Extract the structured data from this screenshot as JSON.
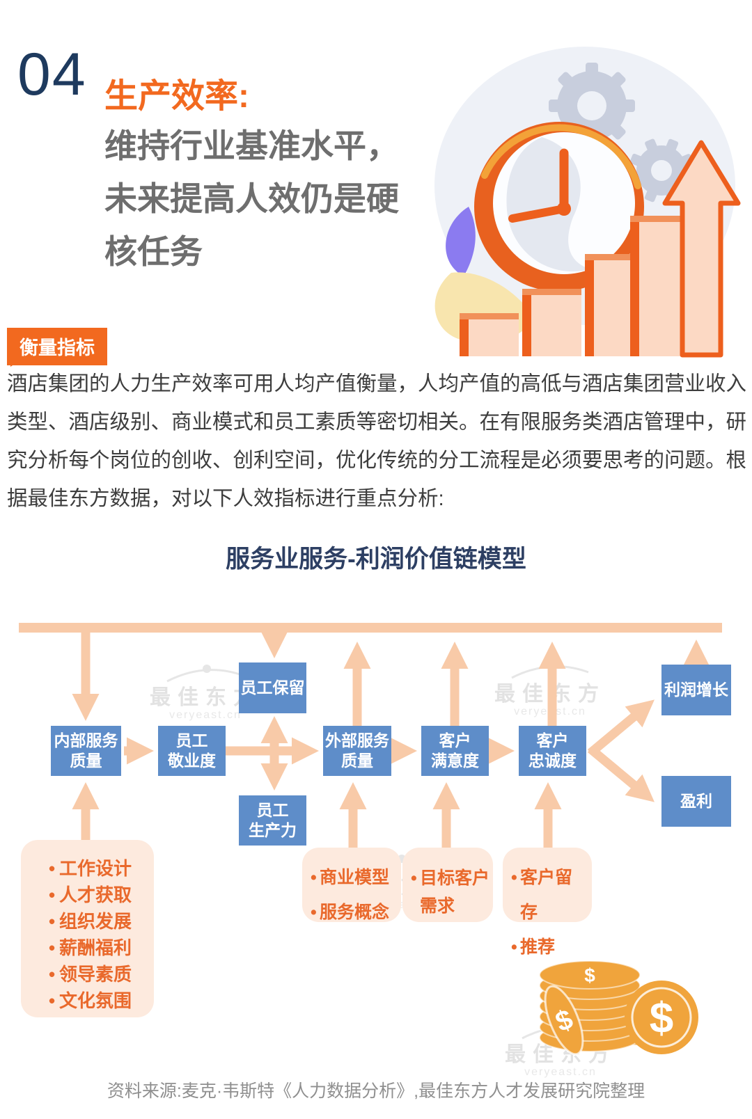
{
  "header": {
    "number": "04",
    "title": "生产效率:",
    "subtitle_lines": [
      "维持行业基准水平，",
      "未来提高人效仍是硬",
      "核任务"
    ]
  },
  "badge": {
    "label": "衡量指标"
  },
  "intro": {
    "text": "酒店集团的人力生产效率可用人均产值衡量，人均产值的高低与酒店集团营业收入类型、酒店级别、商业模式和员工素质等密切相关。在有限服务类酒店管理中，研究分析每个岗位的创收、创利空间，优化传统的分工流程是必须要思考的问题。根据最佳东方数据，对以下人效指标进行重点分析:"
  },
  "diagram": {
    "title": "服务业服务-利润价值链模型",
    "nodes": {
      "employee_retention": [
        "员工保留"
      ],
      "internal_service_quality": [
        "内部服务",
        "质量"
      ],
      "employee_engagement": [
        "员工",
        "敬业度"
      ],
      "employee_productivity": [
        "员工",
        "生产力"
      ],
      "external_service_quality": [
        "外部服务",
        "质量"
      ],
      "customer_satisfaction": [
        "客户",
        "满意度"
      ],
      "customer_loyalty": [
        "客户",
        "忠诚度"
      ],
      "profit_growth": [
        "利润增长"
      ],
      "profitability": [
        "盈利"
      ]
    },
    "lists": {
      "hr_drivers": [
        "工作设计",
        "人才获取",
        "组织发展",
        "薪酬福利",
        "领导素质",
        "文化氛围"
      ],
      "business_model": [
        "商业模型",
        "服务概念"
      ],
      "target_customer": [
        "目标客户需求"
      ],
      "customer_retention": [
        "客户留存",
        "推荐"
      ]
    }
  },
  "watermark": {
    "brand": "最佳东方",
    "domain": "veryeast.cn"
  },
  "footer": {
    "source": "资料来源:麦克·韦斯特《人力数据分析》,最佳东方人才发展研究院整理"
  },
  "colors": {
    "accent_orange": "#f2691f",
    "arrow_peach": "#f8caa8",
    "node_blue": "#5e8dc9",
    "panel_peach": "#fdeade",
    "bullet_orange": "#e9692c",
    "navy": "#1e3a5e",
    "title_navy": "#2d3f63"
  }
}
